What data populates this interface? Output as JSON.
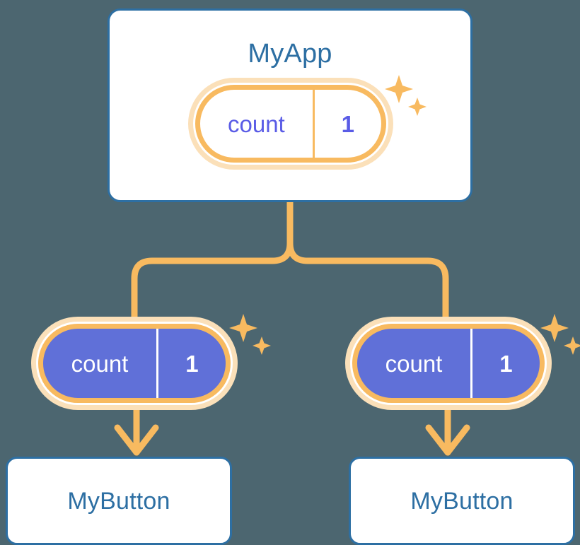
{
  "diagram": {
    "title": "MyApp",
    "background_color": "#4c6670",
    "colors": {
      "card_border": "#2d6fa3",
      "card_title": "#2d6fa3",
      "card_fill": "#ffffff",
      "accent_orange": "#f8ba60",
      "accent_orange_halo": "#fbe0b9",
      "pill_filled": "#6070d8",
      "pill_light_text": "#5a5ce6",
      "pill_filled_text": "#ffffff"
    },
    "root": {
      "label": "MyApp",
      "state": {
        "key": "count",
        "value": "1"
      },
      "sparkle_icon": "sparkles-icon"
    },
    "children": [
      {
        "label": "MyButton",
        "state": {
          "key": "count",
          "value": "1"
        },
        "sparkle_icon": "sparkles-icon"
      },
      {
        "label": "MyButton",
        "state": {
          "key": "count",
          "value": "1"
        },
        "sparkle_icon": "sparkles-icon"
      }
    ],
    "connectors": {
      "branch_icon": "branch-connector-icon",
      "arrow_icon": "down-arrow-icon"
    }
  }
}
